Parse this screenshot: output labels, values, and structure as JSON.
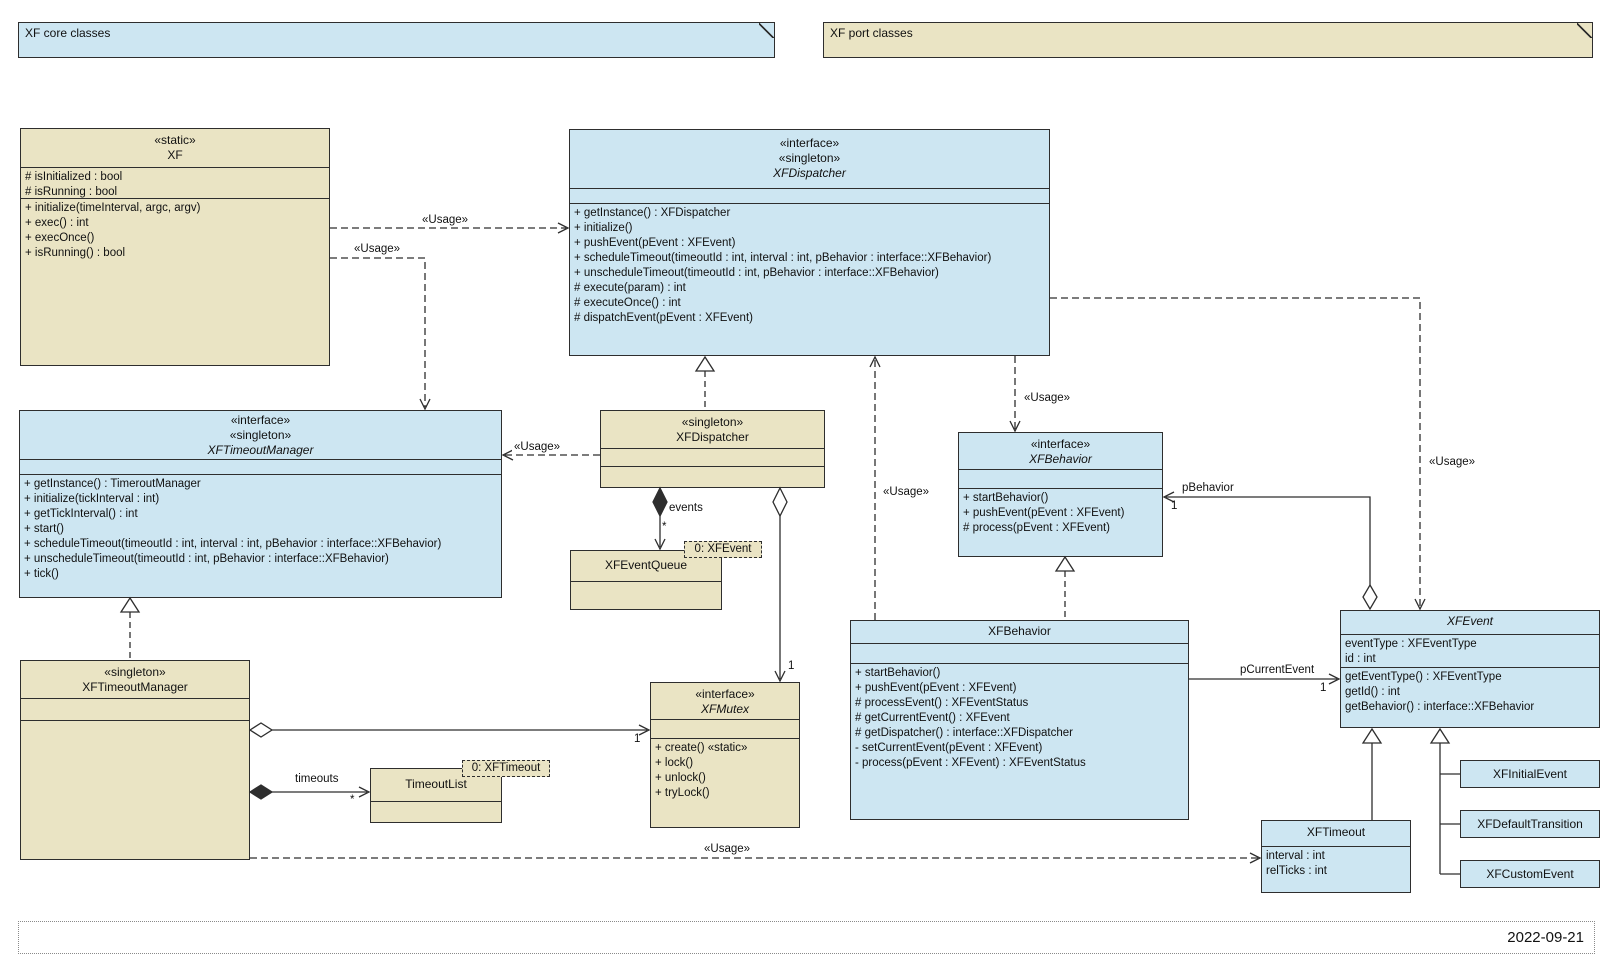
{
  "notes": {
    "core": "XF core classes",
    "port": "XF port classes"
  },
  "date": "2022-09-21",
  "colors": {
    "class_blue": "#CDE6F2",
    "class_tan": "#EAE4C4",
    "border": "#2e2e2e"
  },
  "classes": {
    "xf": {
      "stereotype1": "«static»",
      "name": "XF",
      "attributes": [
        "# isInitialized : bool",
        "# isRunning : bool"
      ],
      "operations": [
        "+ initialize(timeInterval, argc, argv)",
        "+ exec() : int",
        "+ execOnce()",
        "+ isRunning() : bool"
      ]
    },
    "dispatcher_if": {
      "stereotype1": "«interface»",
      "stereotype2": "«singleton»",
      "name": "XFDispatcher",
      "attributes": [],
      "operations": [
        "+ getInstance() : XFDispatcher",
        "+ initialize()",
        "+ pushEvent(pEvent : XFEvent)",
        "+ scheduleTimeout(timeoutId : int, interval : int, pBehavior : interface::XFBehavior)",
        "+ unscheduleTimeout(timeoutId : int, pBehavior : interface::XFBehavior)",
        "# execute(param) : int",
        "# executeOnce() : int",
        "# dispatchEvent(pEvent : XFEvent)"
      ]
    },
    "timeout_manager_if": {
      "stereotype1": "«interface»",
      "stereotype2": "«singleton»",
      "name": "XFTimeoutManager",
      "attributes": [],
      "operations": [
        "+ getInstance() : TimeroutManager",
        "+ initialize(tickInterval : int)",
        "+ getTickInterval() : int",
        "+ start()",
        "+ scheduleTimeout(timeoutId : int, interval : int, pBehavior : interface::XFBehavior)",
        "+ unscheduleTimeout(timeoutId : int, pBehavior : interface::XFBehavior)",
        "+ tick()"
      ]
    },
    "dispatcher_singleton": {
      "stereotype1": "«singleton»",
      "name": "XFDispatcher"
    },
    "behavior_if": {
      "stereotype1": "«interface»",
      "name": "XFBehavior",
      "attributes": [],
      "operations": [
        "+ startBehavior()",
        "+ pushEvent(pEvent : XFEvent)",
        "# process(pEvent : XFEvent)"
      ]
    },
    "event_queue": {
      "name": "XFEventQueue"
    },
    "mutex_if": {
      "stereotype1": "«interface»",
      "name": "XFMutex",
      "attributes": [],
      "operations": [
        "+ create() «static»",
        "+ lock()",
        "+ unlock()",
        "+ tryLock()"
      ]
    },
    "timeout_manager_singleton": {
      "stereotype1": "«singleton»",
      "name": "XFTimeoutManager"
    },
    "behavior": {
      "name": "XFBehavior",
      "attributes": [],
      "operations": [
        "+ startBehavior()",
        "+ pushEvent(pEvent : XFEvent)",
        "# processEvent() : XFEventStatus",
        "# getCurrentEvent() : XFEvent",
        "# getDispatcher() : interface::XFDispatcher",
        "- setCurrentEvent(pEvent : XFEvent)",
        "- process(pEvent : XFEvent) : XFEventStatus"
      ]
    },
    "event": {
      "name": "XFEvent",
      "attributes": [
        "eventType : XFEventType",
        "id : int"
      ],
      "operations": [
        "getEventType() : XFEventType",
        "getId() : int",
        "getBehavior() : interface::XFBehavior"
      ]
    },
    "timeout_list": {
      "name": "TimeoutList"
    },
    "xf_timeout": {
      "name": "XFTimeout",
      "attributes": [
        "interval : int",
        "relTicks : int"
      ]
    },
    "initial_event": {
      "name": "XFInitialEvent"
    },
    "default_transition": {
      "name": "XFDefaultTransition"
    },
    "custom_event": {
      "name": "XFCustomEvent"
    }
  },
  "object_notes": {
    "event": "0: XFEvent",
    "timeout": "0: XFTimeout"
  },
  "edge_labels": {
    "usage": "«Usage»",
    "events": "events",
    "timeouts": "timeouts",
    "p_behavior": "pBehavior",
    "p_current_event": "pCurrentEvent",
    "one": "1",
    "many": "*"
  }
}
